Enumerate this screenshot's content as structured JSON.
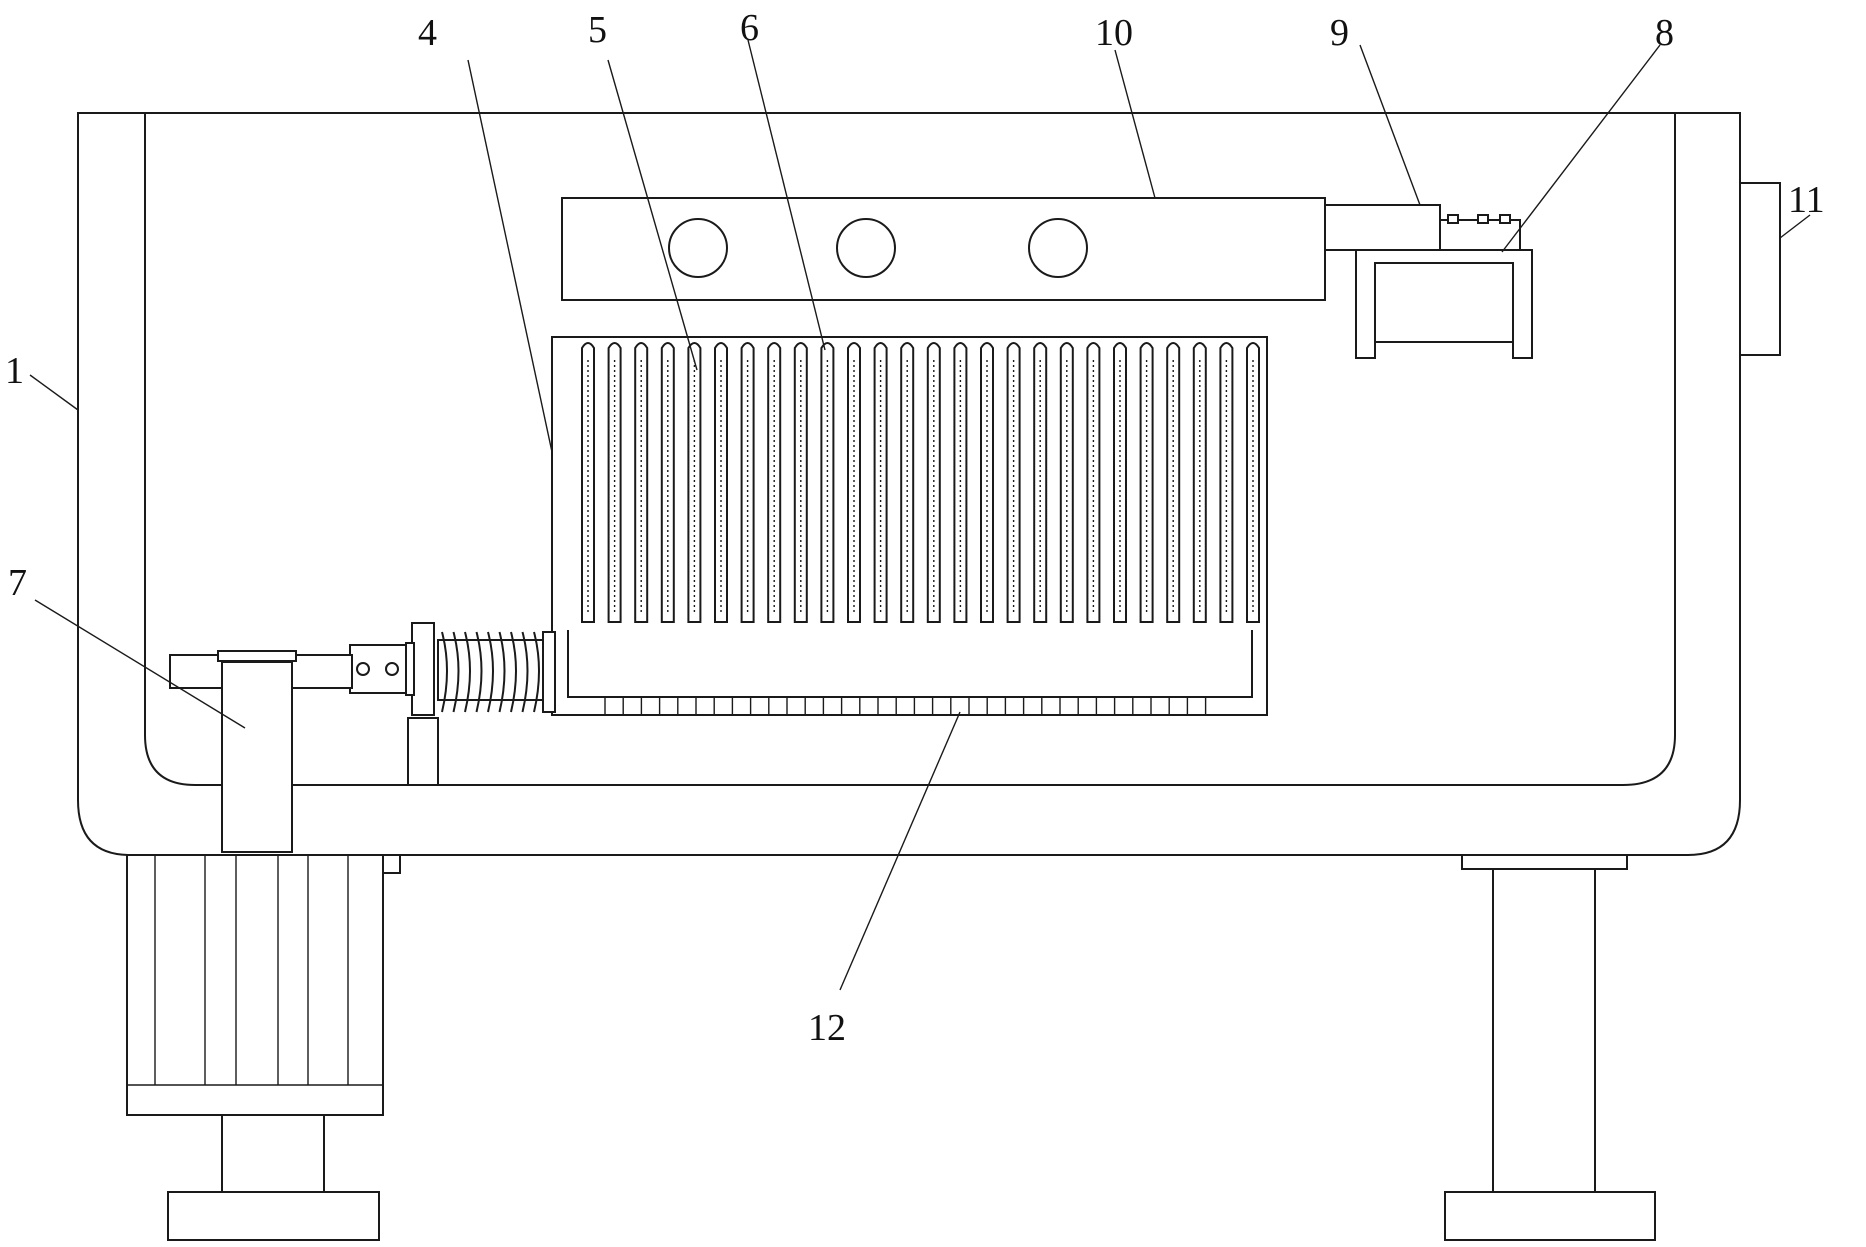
{
  "figure": {
    "labels": [
      {
        "id": "1",
        "text": "1"
      },
      {
        "id": "4",
        "text": "4"
      },
      {
        "id": "5",
        "text": "5"
      },
      {
        "id": "6",
        "text": "6"
      },
      {
        "id": "7",
        "text": "7"
      },
      {
        "id": "8",
        "text": "8"
      },
      {
        "id": "9",
        "text": "9"
      },
      {
        "id": "10",
        "text": "10"
      },
      {
        "id": "11",
        "text": "11"
      },
      {
        "id": "12",
        "text": "12"
      }
    ]
  }
}
